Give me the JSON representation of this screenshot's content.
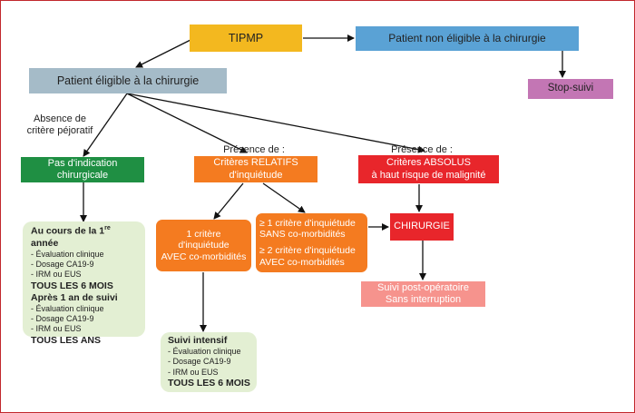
{
  "colors": {
    "yellow": "#f3b81f",
    "blue": "#5aa2d5",
    "grey_blue": "#a5bbc8",
    "purple": "#c376b4",
    "green": "#1f8f43",
    "orange": "#f47b20",
    "red": "#e8262b",
    "light_green": "#e3efd3",
    "salmon": "#f6938d",
    "frame": "#c1272d"
  },
  "nodes": {
    "tipmp": "TIPMP",
    "non_eligible": "Patient non éligible à la chirurgie",
    "eligible": "Patient éligible à la chirurgie",
    "stop_suivi": "Stop-suivi",
    "pas_indication": [
      "Pas d'indication",
      "chirurgicale"
    ],
    "relatifs": [
      "Critères RELATIFS",
      "d'inquiétude"
    ],
    "absolus": [
      "Critères ABSOLUS",
      "à haut risque de malignité"
    ],
    "un_critere": [
      "1 critère",
      "d'inquiétude",
      "AVEC co-morbidités"
    ],
    "multi_criteres": [
      "≥ 1 critère d'inquiétude",
      "SANS co-morbidités",
      "≥ 2 critère d'inquiétude",
      "AVEC co-morbidités"
    ],
    "chirurgie": "CHIRURGIE",
    "post_op": [
      "Suivi post-opératoire",
      "Sans interruption"
    ]
  },
  "labels": {
    "absence": [
      "Absence de",
      "critère péjoratif"
    ],
    "presence_relatifs": "Présence de :",
    "presence_absolus": "Présence de :"
  },
  "suivi_standard": {
    "h1_pre": "Au cours de la 1",
    "h1_sup": "re",
    "h1_post": " année",
    "items1": [
      "- Évaluation clinique",
      "- Dosage CA19-9",
      "- IRM ou EUS"
    ],
    "freq1": "TOUS LES 6 MOIS",
    "h2": "Après 1 an de suivi",
    "items2": [
      "- Évaluation clinique",
      "- Dosage CA19-9",
      "- IRM ou EUS"
    ],
    "freq2": "TOUS LES ANS"
  },
  "suivi_intensif": {
    "h": "Suivi intensif",
    "items": [
      "- Évaluation clinique",
      "- Dosage CA19-9",
      "- IRM ou EUS"
    ],
    "freq": "TOUS LES 6 MOIS"
  }
}
